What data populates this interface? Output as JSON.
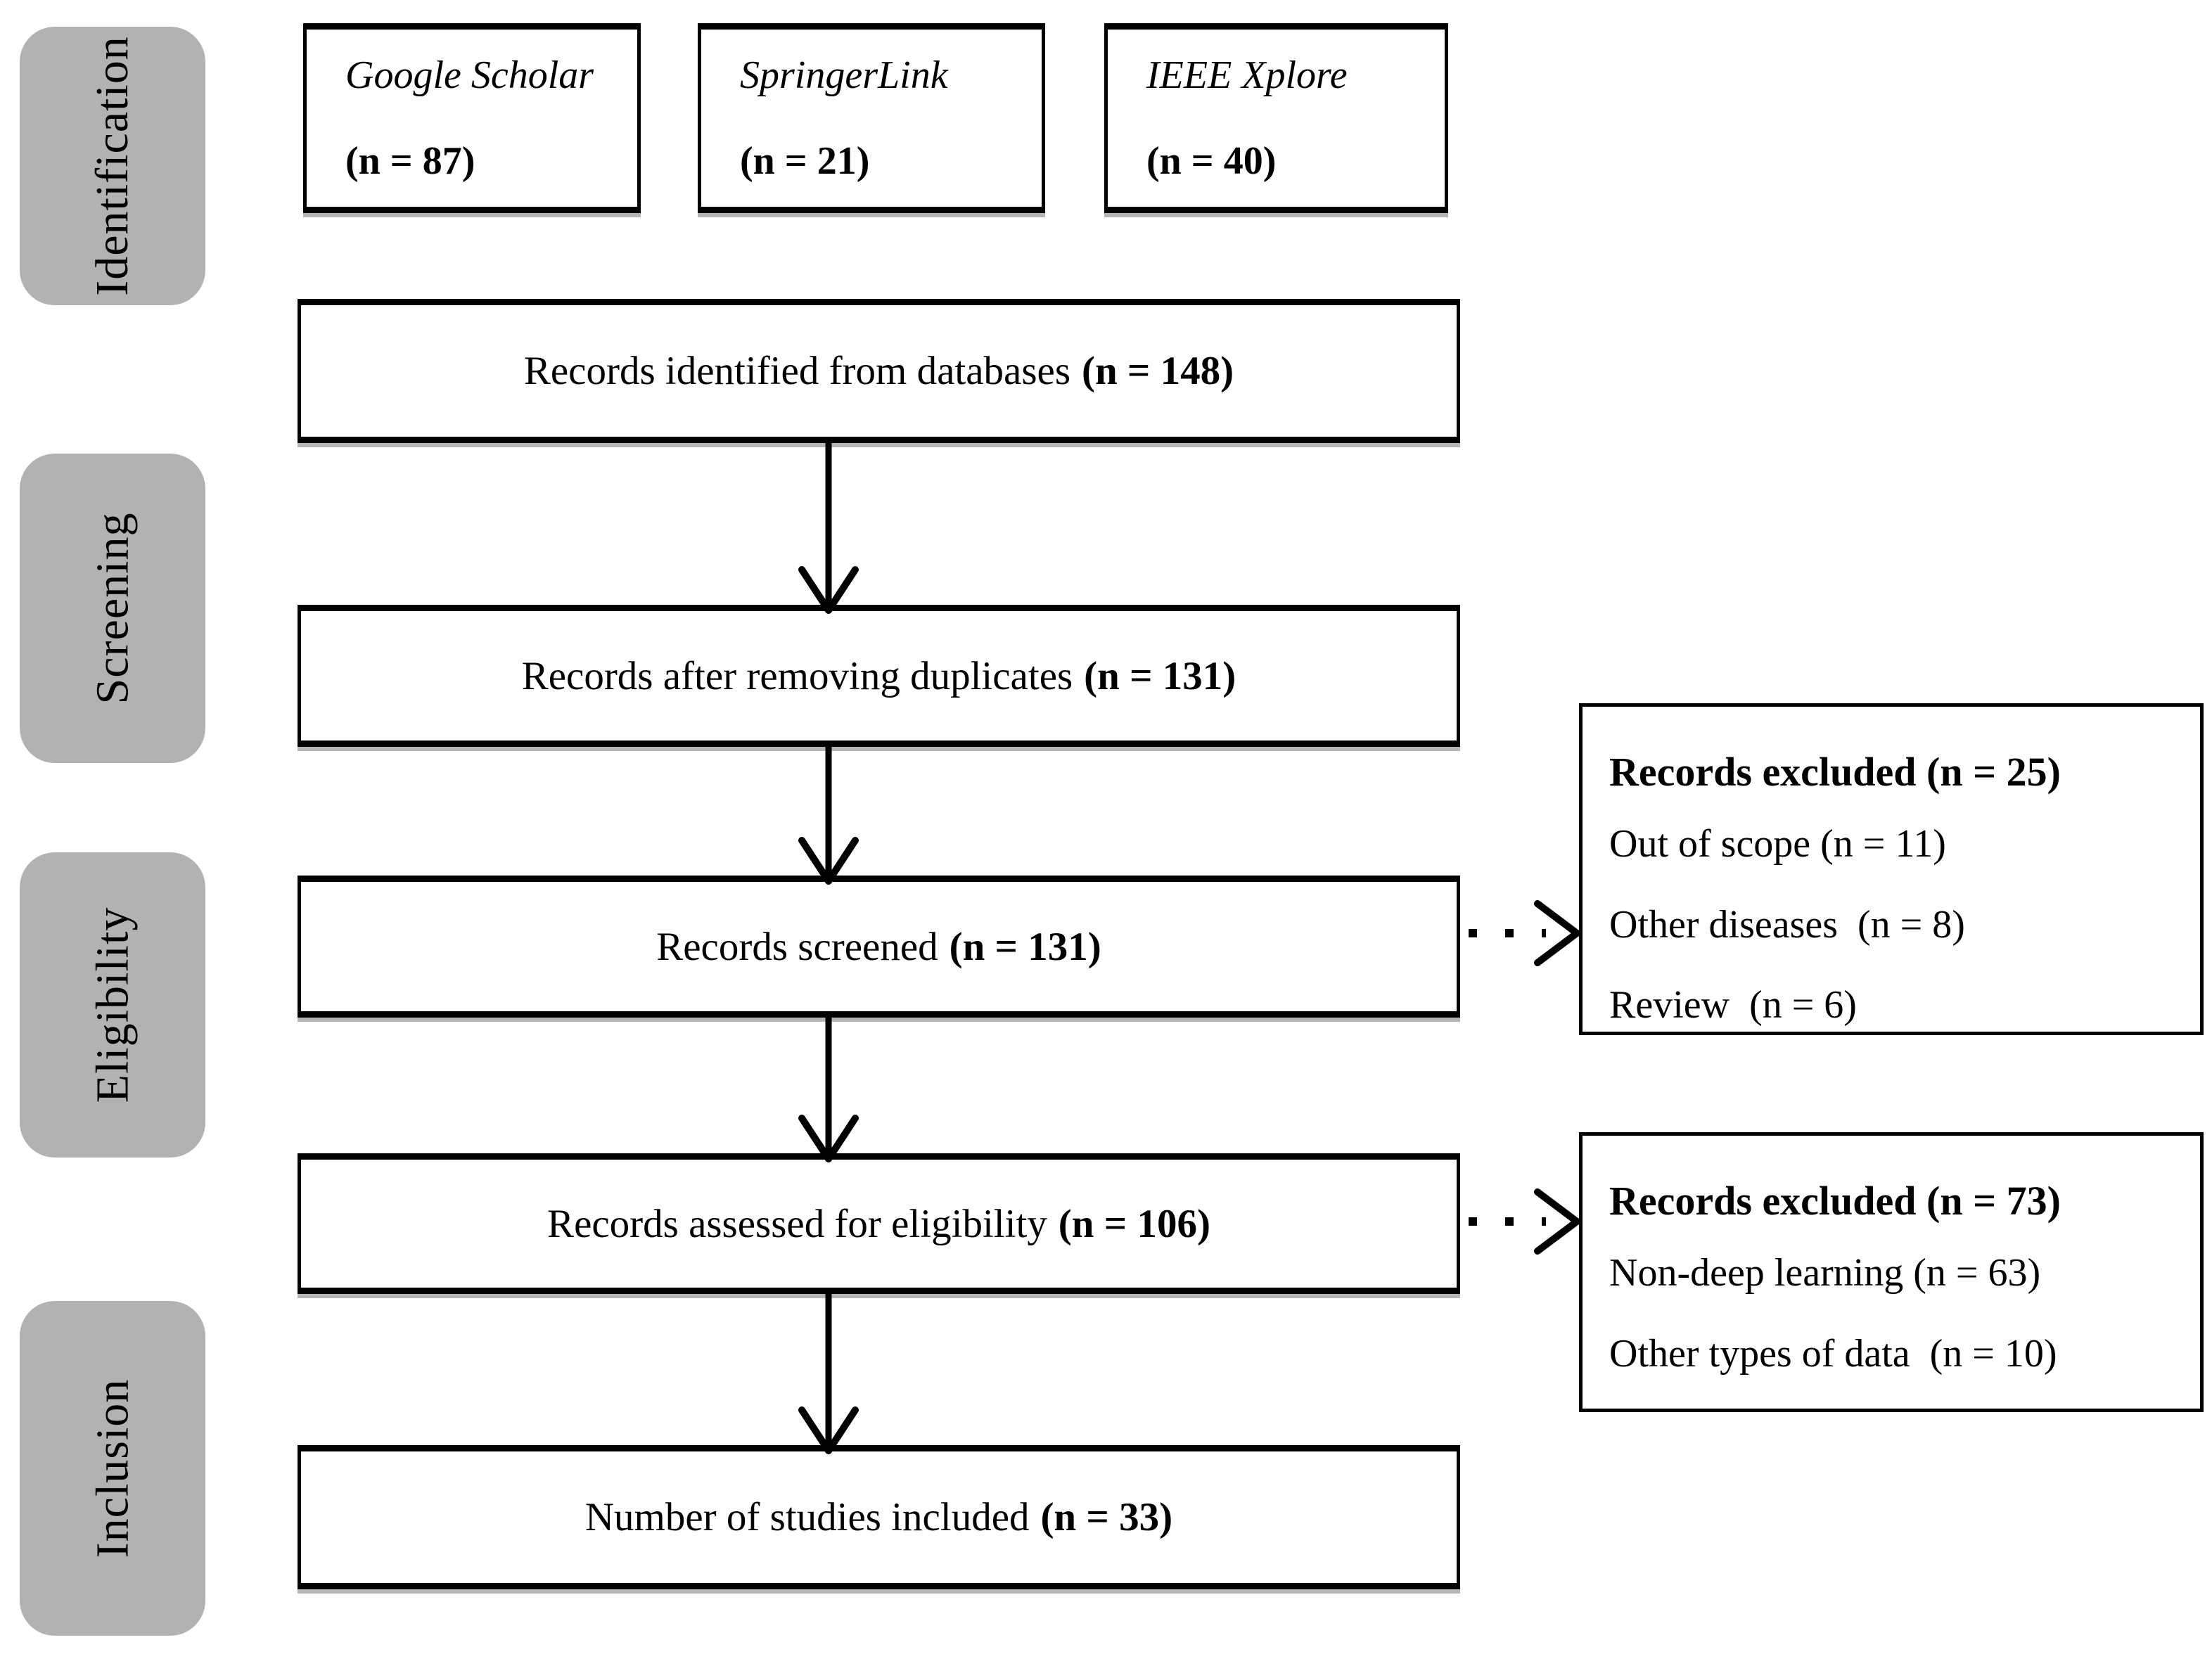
{
  "stages": [
    {
      "label": "Identification"
    },
    {
      "label": "Screening"
    },
    {
      "label": "Eligibility"
    },
    {
      "label": "Inclusion"
    }
  ],
  "sources": [
    {
      "name": "Google Scholar",
      "count": "(n = 87)"
    },
    {
      "name": "SpringerLink",
      "count": "(n = 21)"
    },
    {
      "name": "IEEE Xplore",
      "count": "(n = 40)"
    }
  ],
  "flow": [
    {
      "label": "Records identified from databases",
      "count": "(n = 148)"
    },
    {
      "label": "Records after removing duplicates",
      "count": "(n = 131)"
    },
    {
      "label": "Records screened",
      "count": "(n = 131)"
    },
    {
      "label": "Records assessed for eligibility",
      "count": "(n = 106)"
    },
    {
      "label": "Number of studies included",
      "count": "(n = 33)"
    }
  ],
  "exclusions": [
    {
      "title": "Records excluded (n = 25)",
      "items": [
        "Out of scope (n = 11)",
        "Other diseases  (n = 8)",
        "Review  (n = 6)"
      ]
    },
    {
      "title": "Records excluded (n = 73)",
      "items": [
        "Non-deep learning (n = 63)",
        "Other types of data  (n = 10)"
      ]
    }
  ],
  "colors": {
    "stage_fill": "#b2b2b2",
    "box_border": "#000000",
    "background": "#ffffff"
  }
}
